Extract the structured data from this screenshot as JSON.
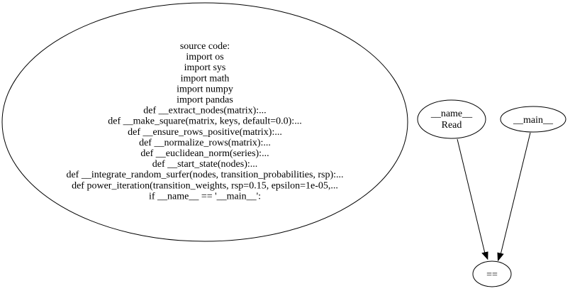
{
  "diagram": {
    "source_node": {
      "lines": [
        "source code:",
        "import os",
        "import sys",
        "import math",
        "import numpy",
        "import pandas",
        "def __extract_nodes(matrix):...",
        "def __make_square(matrix, keys, default=0.0):...",
        "def __ensure_rows_positive(matrix):...",
        "def __normalize_rows(matrix):...",
        "def __euclidean_norm(series):...",
        "def __start_state(nodes):...",
        "def __integrate_random_surfer(nodes, transition_probabilities, rsp):...",
        "def power_iteration(transition_weights, rsp=0.15, epsilon=1e-05,...",
        "if __name__ == '__main__':"
      ]
    },
    "name_node": {
      "line1": "__name__",
      "line2": "Read"
    },
    "main_node": {
      "label": "__main__"
    },
    "eq_node": {
      "label": "=="
    },
    "colors": {
      "stroke": "#000000",
      "background": "#ffffff"
    }
  }
}
